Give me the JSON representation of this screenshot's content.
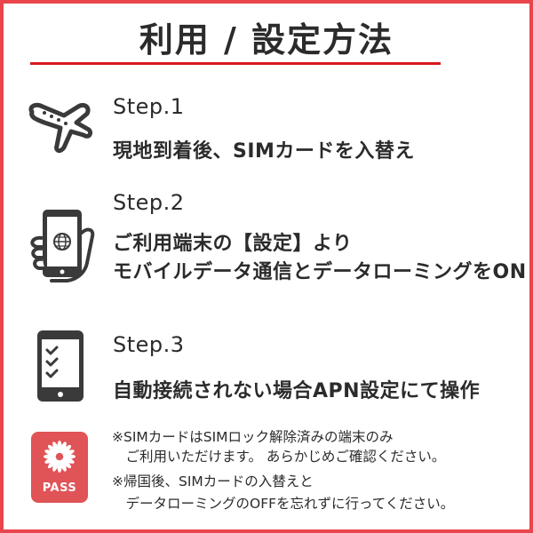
{
  "header": {
    "title": "利用 / 設定方法"
  },
  "colors": {
    "frame_border": "#e8464c",
    "title_rule": "#d7191f",
    "text": "#2b2b2b",
    "pass_badge": "#e05356",
    "icon": "#3a3a3a"
  },
  "steps": [
    {
      "label": "Step.1",
      "icon": "airplane-icon",
      "lines": [
        "現地到着後、SIMカードを入替え"
      ]
    },
    {
      "label": "Step.2",
      "icon": "hand-smartphone-globe-icon",
      "lines": [
        "ご利用端末の【設定】より",
        "モバイルデータ通信とデータローミングをON"
      ]
    },
    {
      "label": "Step.3",
      "icon": "tablet-checklist-icon",
      "lines": [
        "自動接続されない場合APN設定にて操作"
      ]
    }
  ],
  "notes": {
    "badge_icon": "pass-flower-icon",
    "badge_label": "PASS",
    "lines": [
      "※SIMカードはSIMロック解除済みの端末のみ",
      "　ご利用いただけます。 あらかじめご確認ください。",
      "※帰国後、SIMカードの入替えと",
      "　データローミングのOFFを忘れずに行ってください。"
    ]
  }
}
